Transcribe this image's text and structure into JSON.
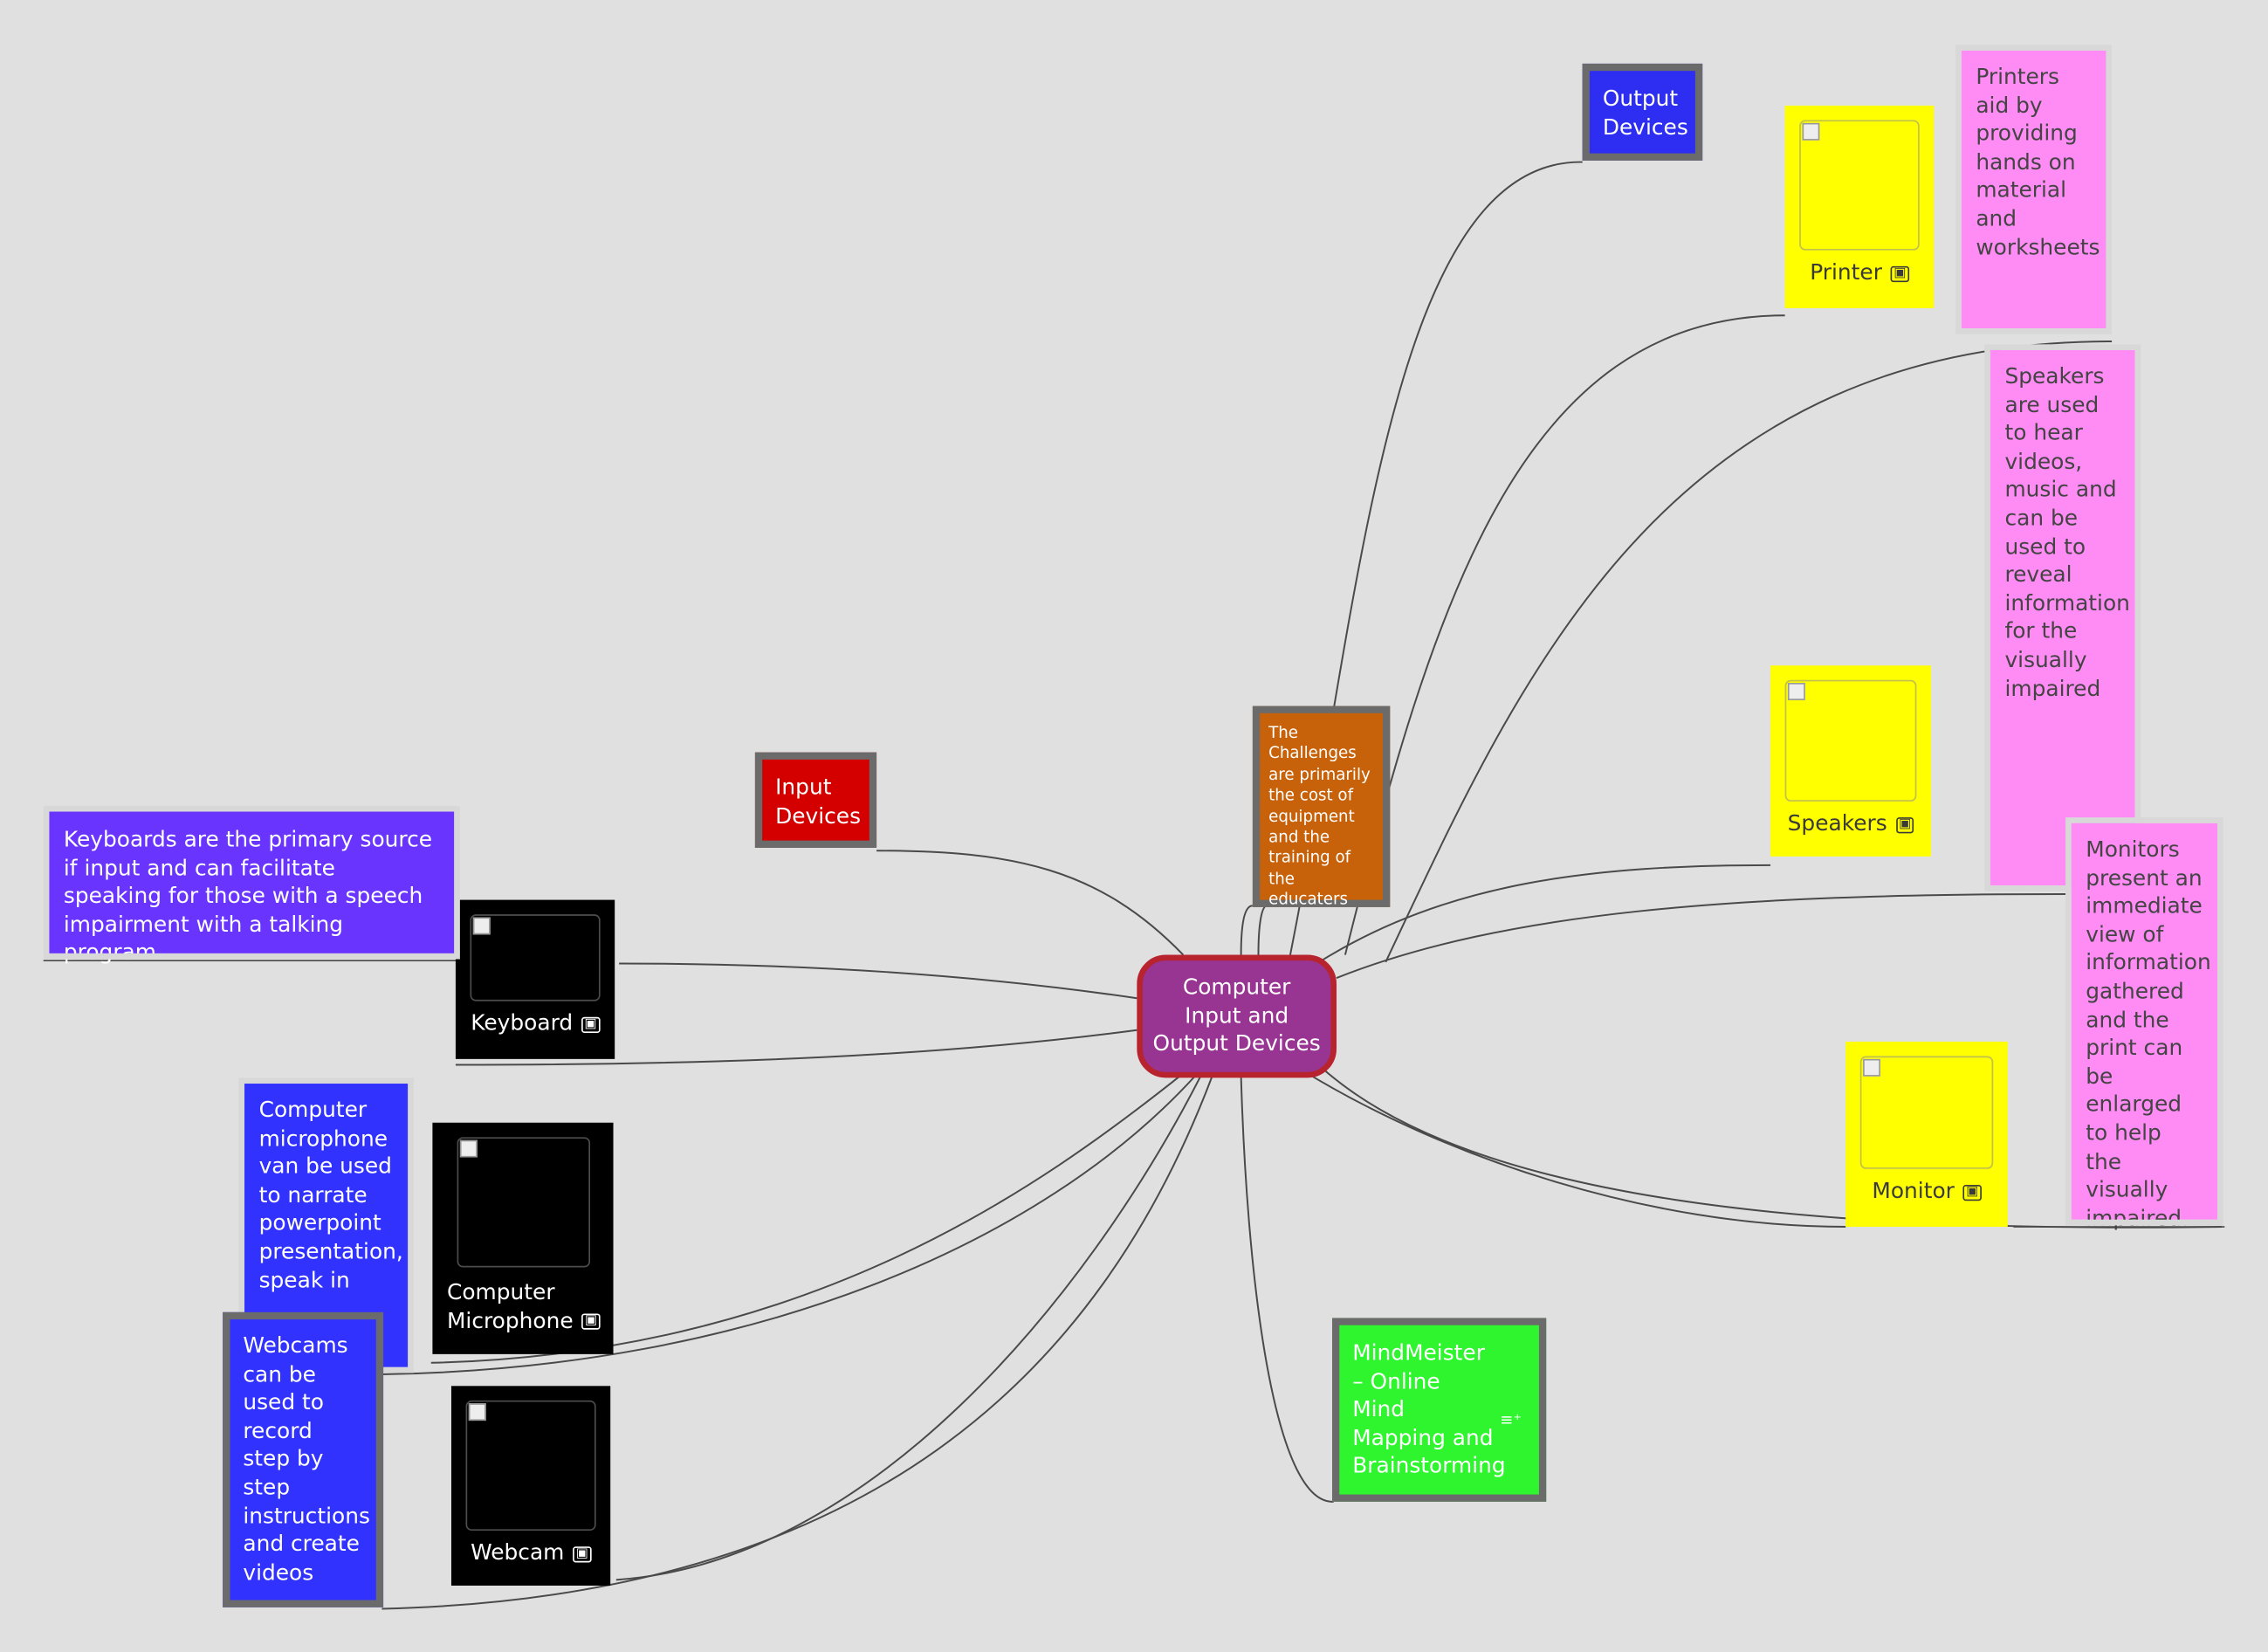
{
  "central": {
    "label": "Computer Input and Output Devices"
  },
  "topics": {
    "output": "Output Devices",
    "input": "Input Devices",
    "challenges": "The Challenges are primarily the cost of equipment and the training of the educaters",
    "mindmeister": "MindMeister – Online Mind Mapping and Brainstorming"
  },
  "devices": {
    "printer": "Printer",
    "speakers": "Speakers",
    "monitor": "Monitor",
    "keyboard": "Keyboard",
    "microphone": "Computer Microphone",
    "webcam": "Webcam"
  },
  "notes": {
    "printer": "Printers aid by providing hands on material and worksheets",
    "speakers": "Speakers are used to hear videos, music and can be used to reveal information for the visually impaired",
    "monitor": "Monitors present an immediate view of information gathered and the print can be enlarged to help the visually impaired.",
    "keyboard": "Keyboards are the primary source if input and can facilitate speaking for those with a speech impairment with a talking program",
    "microphone": "Computer microphone van be used to narrate powerpoint presentation, speak in",
    "webcam": "Webcams can be used to record step by step instructions and create videos"
  },
  "icons": {
    "image": "image-icon",
    "note": "note-icon"
  },
  "colors": {
    "background": "#e0e0e0",
    "central_fill": "#983492",
    "central_border": "#b8242d",
    "output": "#2e2ef2",
    "input": "#d40000",
    "challenges": "#c8620a",
    "mindmeister": "#2ef52e",
    "output_devices": "#ffff00",
    "input_devices": "#000000",
    "output_notes": "#ff8cf5",
    "keyboard_note": "#6a34ff",
    "input_notes": "#3232ff"
  }
}
